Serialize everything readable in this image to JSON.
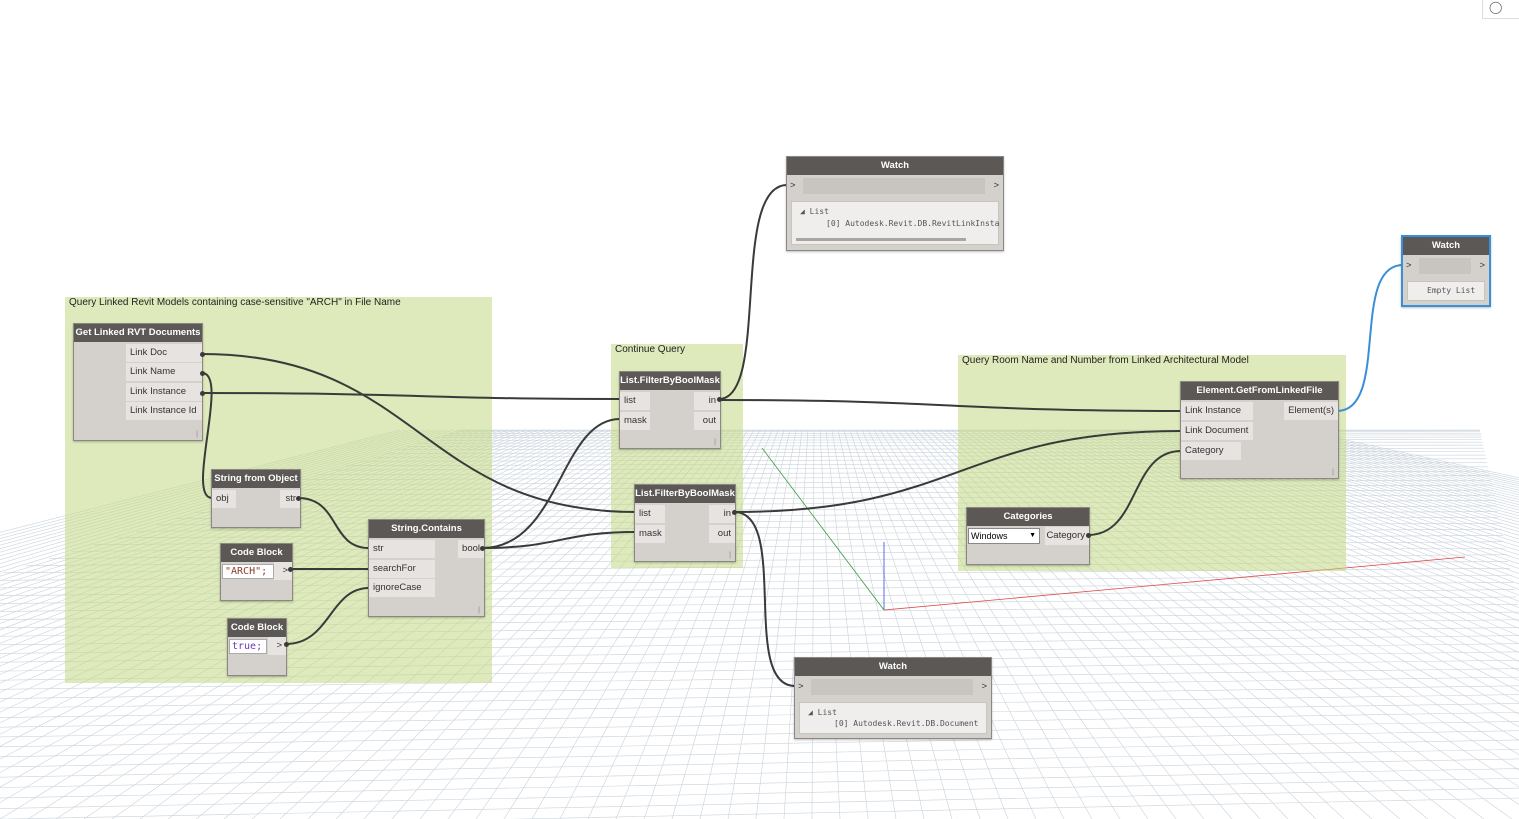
{
  "groups": {
    "query_linked": "Query Linked Revit Models containing case-sensitive \"ARCH\" in File Name",
    "continue": "Continue Query",
    "room": "Query Room Name and Number from Linked Architectural Model"
  },
  "nodes": {
    "get_linked": {
      "title": "Get Linked RVT Documents",
      "outputs": [
        "Link Doc",
        "Link Name",
        "Link Instance",
        "Link Instance Id"
      ]
    },
    "string_from_object": {
      "title": "String from Object",
      "input": "obj",
      "output": "str"
    },
    "code_block_1": {
      "title": "Code Block",
      "code": "\"ARCH\";",
      "output": ">"
    },
    "code_block_2": {
      "title": "Code Block",
      "code": "true;",
      "output": ">"
    },
    "string_contains": {
      "title": "String.Contains",
      "inputs": [
        "str",
        "searchFor",
        "ignoreCase"
      ],
      "output": "bool"
    },
    "filter1": {
      "title": "List.FilterByBoolMask",
      "inputs": [
        "list",
        "mask"
      ],
      "outputs": [
        "in",
        "out"
      ]
    },
    "filter2": {
      "title": "List.FilterByBoolMask",
      "inputs": [
        "list",
        "mask"
      ],
      "outputs": [
        "in",
        "out"
      ]
    },
    "watch1": {
      "title": "Watch",
      "in": ">",
      "out": ">",
      "line1": "List",
      "line2": "[0] Autodesk.Revit.DB.RevitLinkInsta"
    },
    "watch2": {
      "title": "Watch",
      "in": ">",
      "out": ">",
      "line1": "List",
      "line2": "[0] Autodesk.Revit.DB.Document"
    },
    "watch3": {
      "title": "Watch",
      "in": ">",
      "out": ">",
      "line1": "Empty List"
    },
    "get_from_linked": {
      "title": "Element.GetFromLinkedFile",
      "inputs": [
        "Link Instance",
        "Link Document",
        "Category"
      ],
      "output": "Element(s)"
    },
    "categories": {
      "title": "Categories",
      "selected": "Windows",
      "output": "Category"
    }
  },
  "colors": {
    "group": "#c2d983",
    "node_header": "#5b5856",
    "node_body": "#d4d0cc",
    "wire": "#3a3a3a",
    "selected": "#3b8ed8"
  }
}
